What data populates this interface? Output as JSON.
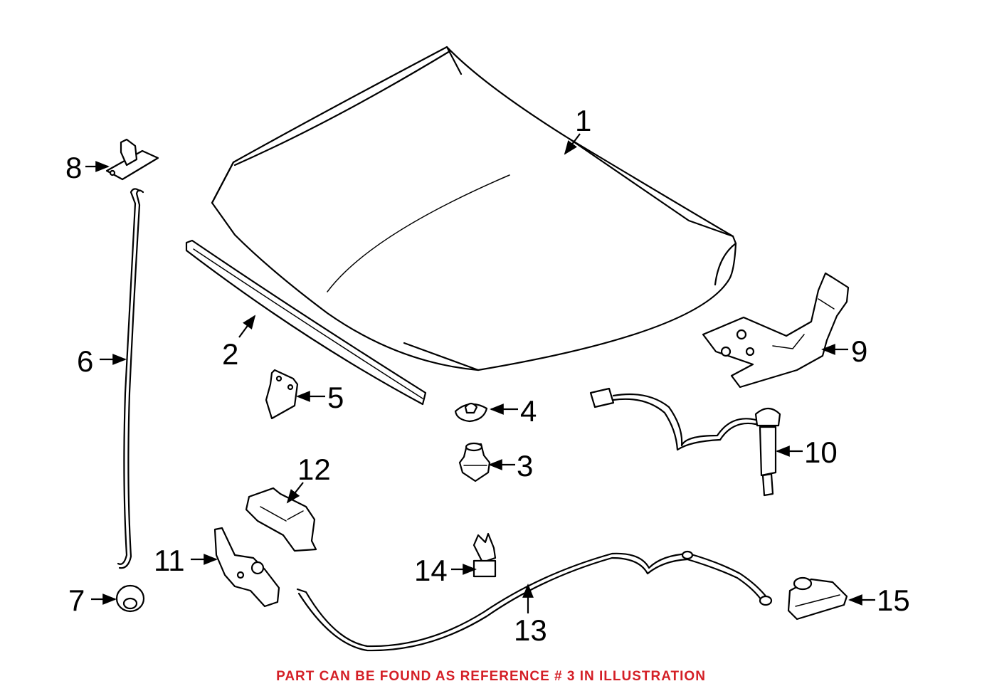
{
  "diagram": {
    "callouts": [
      {
        "id": "1",
        "label": "1"
      },
      {
        "id": "2",
        "label": "2"
      },
      {
        "id": "3",
        "label": "3"
      },
      {
        "id": "4",
        "label": "4"
      },
      {
        "id": "5",
        "label": "5"
      },
      {
        "id": "6",
        "label": "6"
      },
      {
        "id": "7",
        "label": "7"
      },
      {
        "id": "8",
        "label": "8"
      },
      {
        "id": "9",
        "label": "9"
      },
      {
        "id": "10",
        "label": "10"
      },
      {
        "id": "11",
        "label": "11"
      },
      {
        "id": "12",
        "label": "12"
      },
      {
        "id": "13",
        "label": "13"
      },
      {
        "id": "14",
        "label": "14"
      },
      {
        "id": "15",
        "label": "15"
      }
    ]
  },
  "footer": {
    "note": "PART CAN BE FOUND AS REFERENCE # 3 IN ILLUSTRATION",
    "note_color": "#d41f26"
  },
  "colors": {
    "line": "#000000",
    "background": "#ffffff"
  }
}
